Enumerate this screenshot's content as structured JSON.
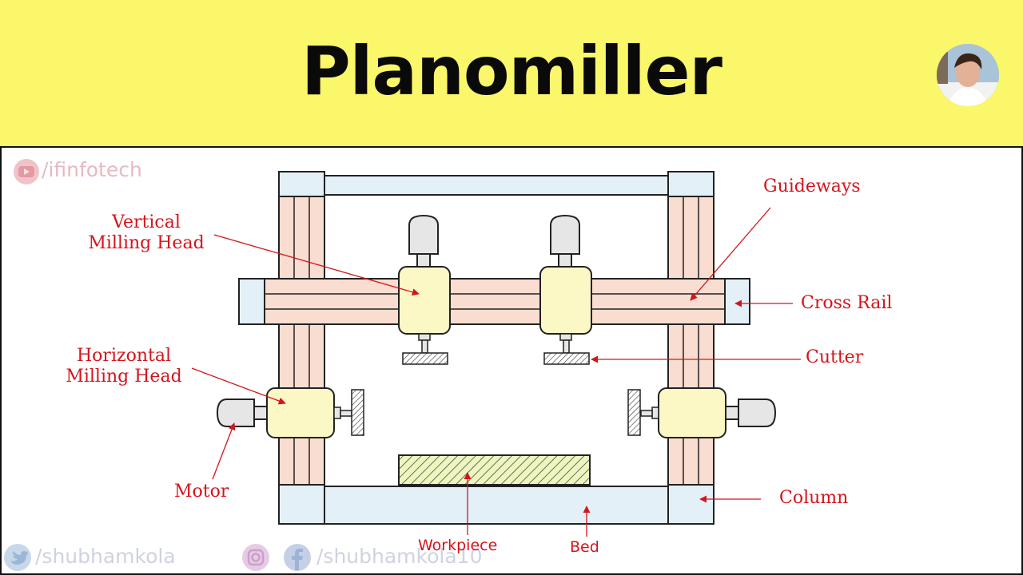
{
  "header": {
    "title": "Planomiller"
  },
  "watermarks": {
    "youtube_handle": "/ifinfotech",
    "twitter_handle": "/shubhamkola",
    "facebook_handle": "/shubhamkola10"
  },
  "labels": {
    "vertical_milling_head_line1": "Vertical",
    "vertical_milling_head_line2": "Milling Head",
    "horizontal_milling_head_line1": "Horizontal",
    "horizontal_milling_head_line2": "Milling Head",
    "motor": "Motor",
    "guideways": "Guideways",
    "cross_rail": "Cross Rail",
    "cutter": "Cutter",
    "column": "Column",
    "workpiece": "Workpiece",
    "bed": "Bed"
  },
  "colors": {
    "banner": "#faf76a",
    "label_red": "#d4141c",
    "column_pink": "#f8ddd0",
    "frame_blue": "#e3f0f8",
    "head_yellow": "#fbf8c6",
    "workpiece_green": "#eef6c0"
  }
}
